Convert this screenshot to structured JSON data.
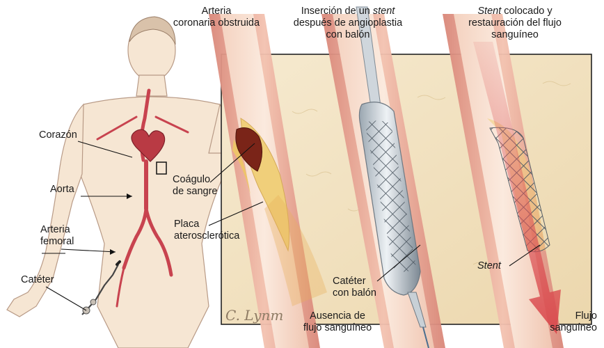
{
  "panels": {
    "p1": {
      "line1": "Arteria",
      "line2": "coronaria obstruida"
    },
    "p2": {
      "line1_pre": "Inserción de un ",
      "line1_em": "stent",
      "line2": "después de angioplastia",
      "line3": "con balón"
    },
    "p3": {
      "line1_em": "Stent",
      "line1_post": " colocado y",
      "line2": "restauración del flujo",
      "line3": "sanguíneo"
    }
  },
  "labels": {
    "corazon": "Corazón",
    "aorta": "Aorta",
    "arteria_femoral_1": "Arteria",
    "arteria_femoral_2": "femoral",
    "cateter": "Catéter",
    "coagulo_1": "Coágulo",
    "coagulo_2": "de sangre",
    "placa_1": "Placa",
    "placa_2": "aterosclerótica",
    "cateter_balon_1": "Catéter",
    "cateter_balon_2": "con balón",
    "ausencia_1": "Ausencia de",
    "ausencia_2": "flujo sanguíneo",
    "stent": "Stent",
    "flujo_1": "Flujo",
    "flujo_2": "sanguíneo",
    "signature": "C. Lynm"
  },
  "colors": {
    "artery": "#c8434f",
    "artery_wall": "#e7a59a",
    "plaque": "#f0cf7a",
    "clot": "#7a2418",
    "tissue": "#f3e4c6",
    "stent": "#5c6670",
    "flow_arrow": "#d9454a"
  }
}
